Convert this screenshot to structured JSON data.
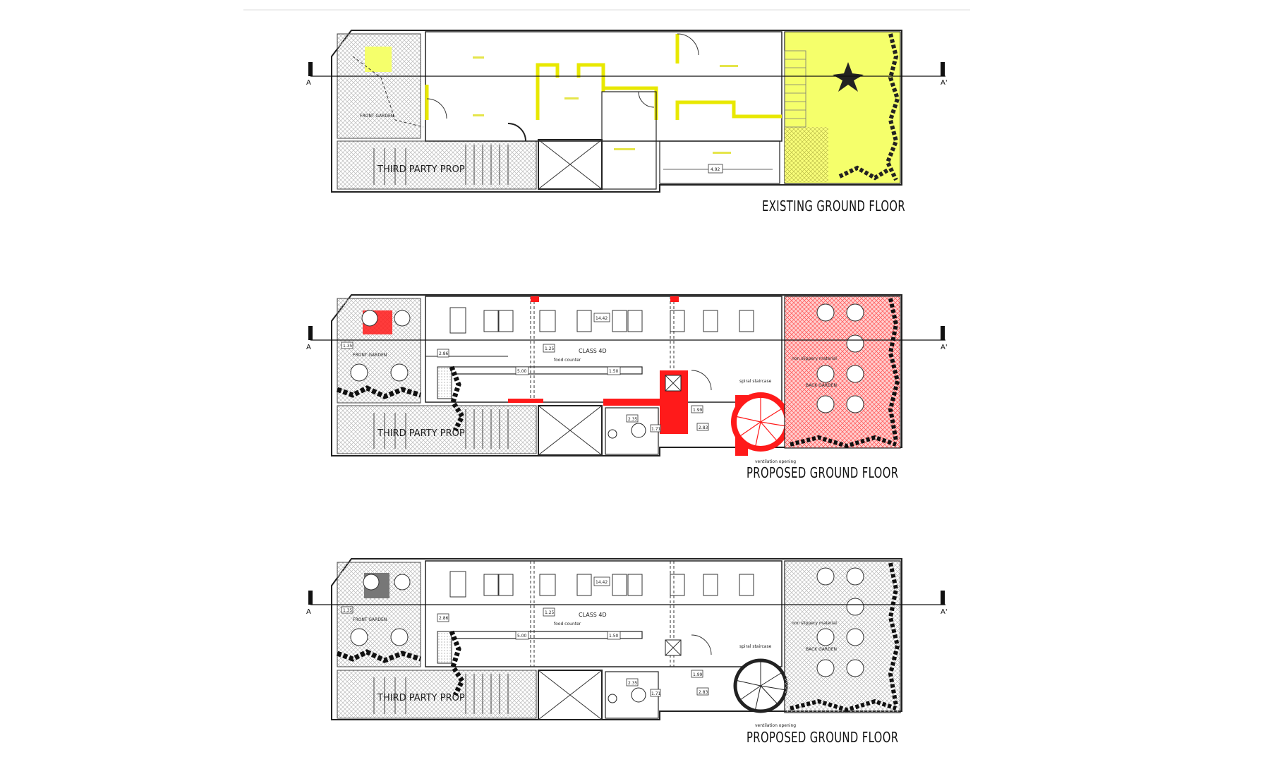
{
  "plans": [
    {
      "title": "EXISTING GROUND FLOOR",
      "third_party": "THIRD PARTY PROP",
      "front_garden": "FRONT GARDEN",
      "dimension": "4.92",
      "section_left": "A",
      "section_right": "A'"
    },
    {
      "title": "PROPOSED GROUND FLOOR",
      "third_party": "THIRD PARTY PROP",
      "front_garden": "FRONT GARDEN",
      "class_label": "CLASS 4D",
      "counter_note": "food counter",
      "back_garden": "BACK GARDEN",
      "non_slip": "non slippery material",
      "spiral": "spiral staircase",
      "ventilation": "ventilation opening",
      "dims": [
        "14.42",
        "1.25",
        "5.00",
        "1.50",
        "2.86",
        "1.35",
        "1.99",
        "2.83",
        "1.71",
        "2.35"
      ],
      "section_left": "A",
      "section_right": "A'"
    },
    {
      "title": "PROPOSED GROUND FLOOR",
      "third_party": "THIRD PARTY PROP",
      "front_garden": "FRONT GARDEN",
      "class_label": "CLASS 4D",
      "counter_note": "food counter",
      "back_garden": "BACK GARDEN",
      "non_slip": "non slippery material",
      "spiral": "spiral staircase",
      "ventilation": "ventilation opening",
      "dims": [
        "14.42",
        "1.25",
        "5.00",
        "1.50",
        "2.86",
        "1.35",
        "1.99",
        "2.83",
        "1.71",
        "2.35"
      ],
      "section_left": "A",
      "section_right": "A'"
    }
  ],
  "colors": {
    "demolish": "#f5ff6b",
    "new": "#ff1a1a",
    "wall": "#222222",
    "hatch": "#bbbbbb"
  }
}
